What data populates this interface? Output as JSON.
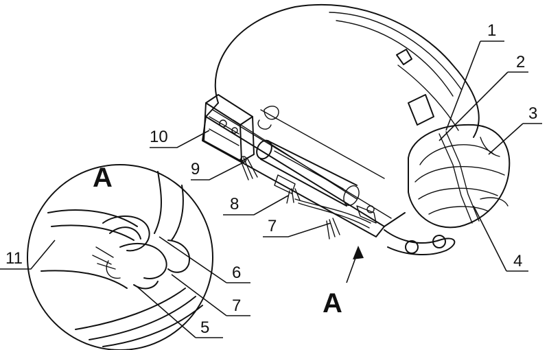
{
  "labels": {
    "l1": "1",
    "l2": "2",
    "l3": "3",
    "l4": "4",
    "l5": "5",
    "l6": "6",
    "l7a": "7",
    "l7b": "7",
    "l8": "8",
    "l9": "9",
    "l10": "10",
    "l11": "11",
    "detail_mark": "A",
    "view_mark": "A"
  }
}
